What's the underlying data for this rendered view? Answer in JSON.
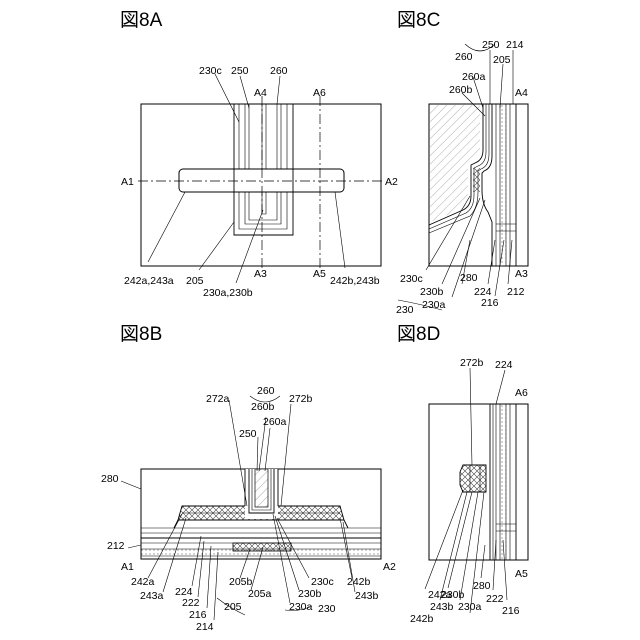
{
  "figures": {
    "fig8a": {
      "title": "図8A",
      "labels": {
        "c230c": "230c",
        "c250": "250",
        "c260": "260",
        "a4": "A4",
        "a6": "A6",
        "a1": "A1",
        "a2": "A2",
        "a3": "A3",
        "a5": "A5",
        "c242a_243a": "242a,243a",
        "c205": "205",
        "c230a_230b": "230a,230b",
        "c242b_243b": "242b,243b"
      }
    },
    "fig8b": {
      "title": "図8B",
      "labels": {
        "c260": "260",
        "c272a": "272a",
        "c260b": "260b",
        "c272b": "272b",
        "c260a": "260a",
        "c250": "250",
        "c280": "280",
        "c212": "212",
        "a1": "A1",
        "a2": "A2",
        "c242a": "242a",
        "c243a": "243a",
        "c224": "224",
        "c222": "222",
        "c216": "216",
        "c214": "214",
        "c205b": "205b",
        "c205a": "205a",
        "c205": "205",
        "c230c": "230c",
        "c230b": "230b",
        "c230a": "230a",
        "c242b": "242b",
        "c243b": "243b",
        "c230": "230"
      }
    },
    "fig8c": {
      "title": "図8C",
      "labels": {
        "c260": "260",
        "c250": "250",
        "c214": "214",
        "c205": "205",
        "c260a": "260a",
        "a4": "A4",
        "c260b": "260b",
        "c230c": "230c",
        "c230b": "230b",
        "c230": "230",
        "c230a": "230a",
        "c280": "280",
        "c224": "224",
        "c216": "216",
        "c212": "212",
        "a3": "A3"
      }
    },
    "fig8d": {
      "title": "図8D",
      "labels": {
        "c272b": "272b",
        "c224": "224",
        "a6": "A6",
        "c242a": "242a",
        "c243b": "243b",
        "c230b": "230b",
        "c230a": "230a",
        "c280": "280",
        "c222": "222",
        "c216": "216",
        "a5": "A5",
        "c242b": "242b"
      }
    }
  }
}
